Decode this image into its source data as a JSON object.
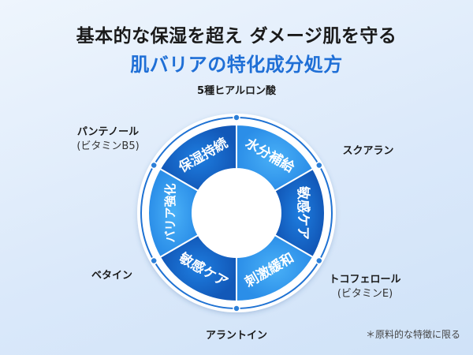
{
  "header": {
    "title_line1": "基本的な保湿を超え ダメージ肌を守る",
    "title_line2": "肌バリアの特化成分処方"
  },
  "wheel": {
    "segments": [
      {
        "label": "保湿持続"
      },
      {
        "label": "水分補給"
      },
      {
        "label": "敏感ケア"
      },
      {
        "label": "刺激緩和"
      },
      {
        "label": "敏感ケア"
      },
      {
        "label": "バリア強化"
      }
    ],
    "colors": {
      "outer_ring": "#ffffff",
      "ring_stroke": "#1f72d3",
      "segment_dark": "#1565c8",
      "segment_light": "#3a9ef0",
      "dot": "#2b7fd8"
    }
  },
  "ingredients": {
    "top": {
      "name": "5種ヒアルロン酸"
    },
    "right_top": {
      "name": "スクアラン"
    },
    "right_bottom": {
      "name": "トコフェロール",
      "sub": "(ビタミンE)"
    },
    "bottom": {
      "name": "アラントイン"
    },
    "left_bottom": {
      "name": "ベタイン"
    },
    "left_top": {
      "name": "パンテノール",
      "sub": "(ビタミンB5)"
    }
  },
  "footnote": "＊原料的な特徴に限る"
}
